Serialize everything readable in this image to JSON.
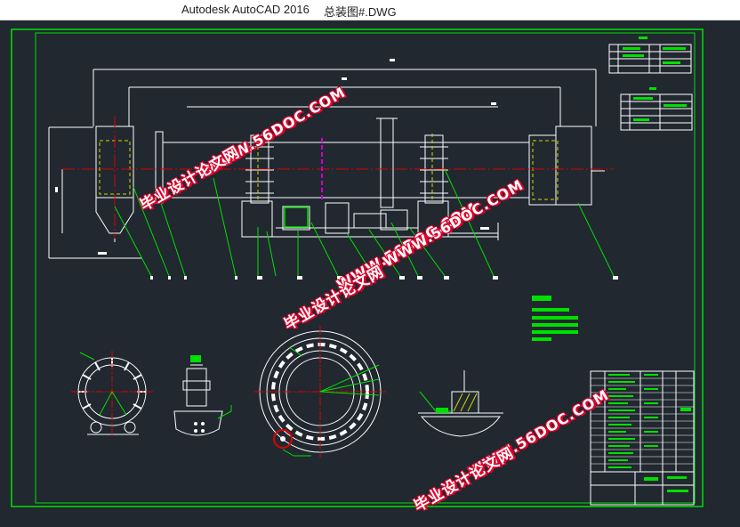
{
  "window": {
    "app_title": "Autodesk AutoCAD 2016",
    "file_title": "总装图#.DWG"
  },
  "colors": {
    "background": "#212830",
    "frame": "#00e000",
    "drawing_lines": "#ffffff",
    "center_lines": "#e00000",
    "hidden_lines": "#d8d800",
    "watermark_text": "#ffffff",
    "watermark_outline": "#e0002a"
  },
  "watermarks": {
    "site": "WWW.56DOC.COM",
    "site_label": "毕业设计论文网"
  }
}
